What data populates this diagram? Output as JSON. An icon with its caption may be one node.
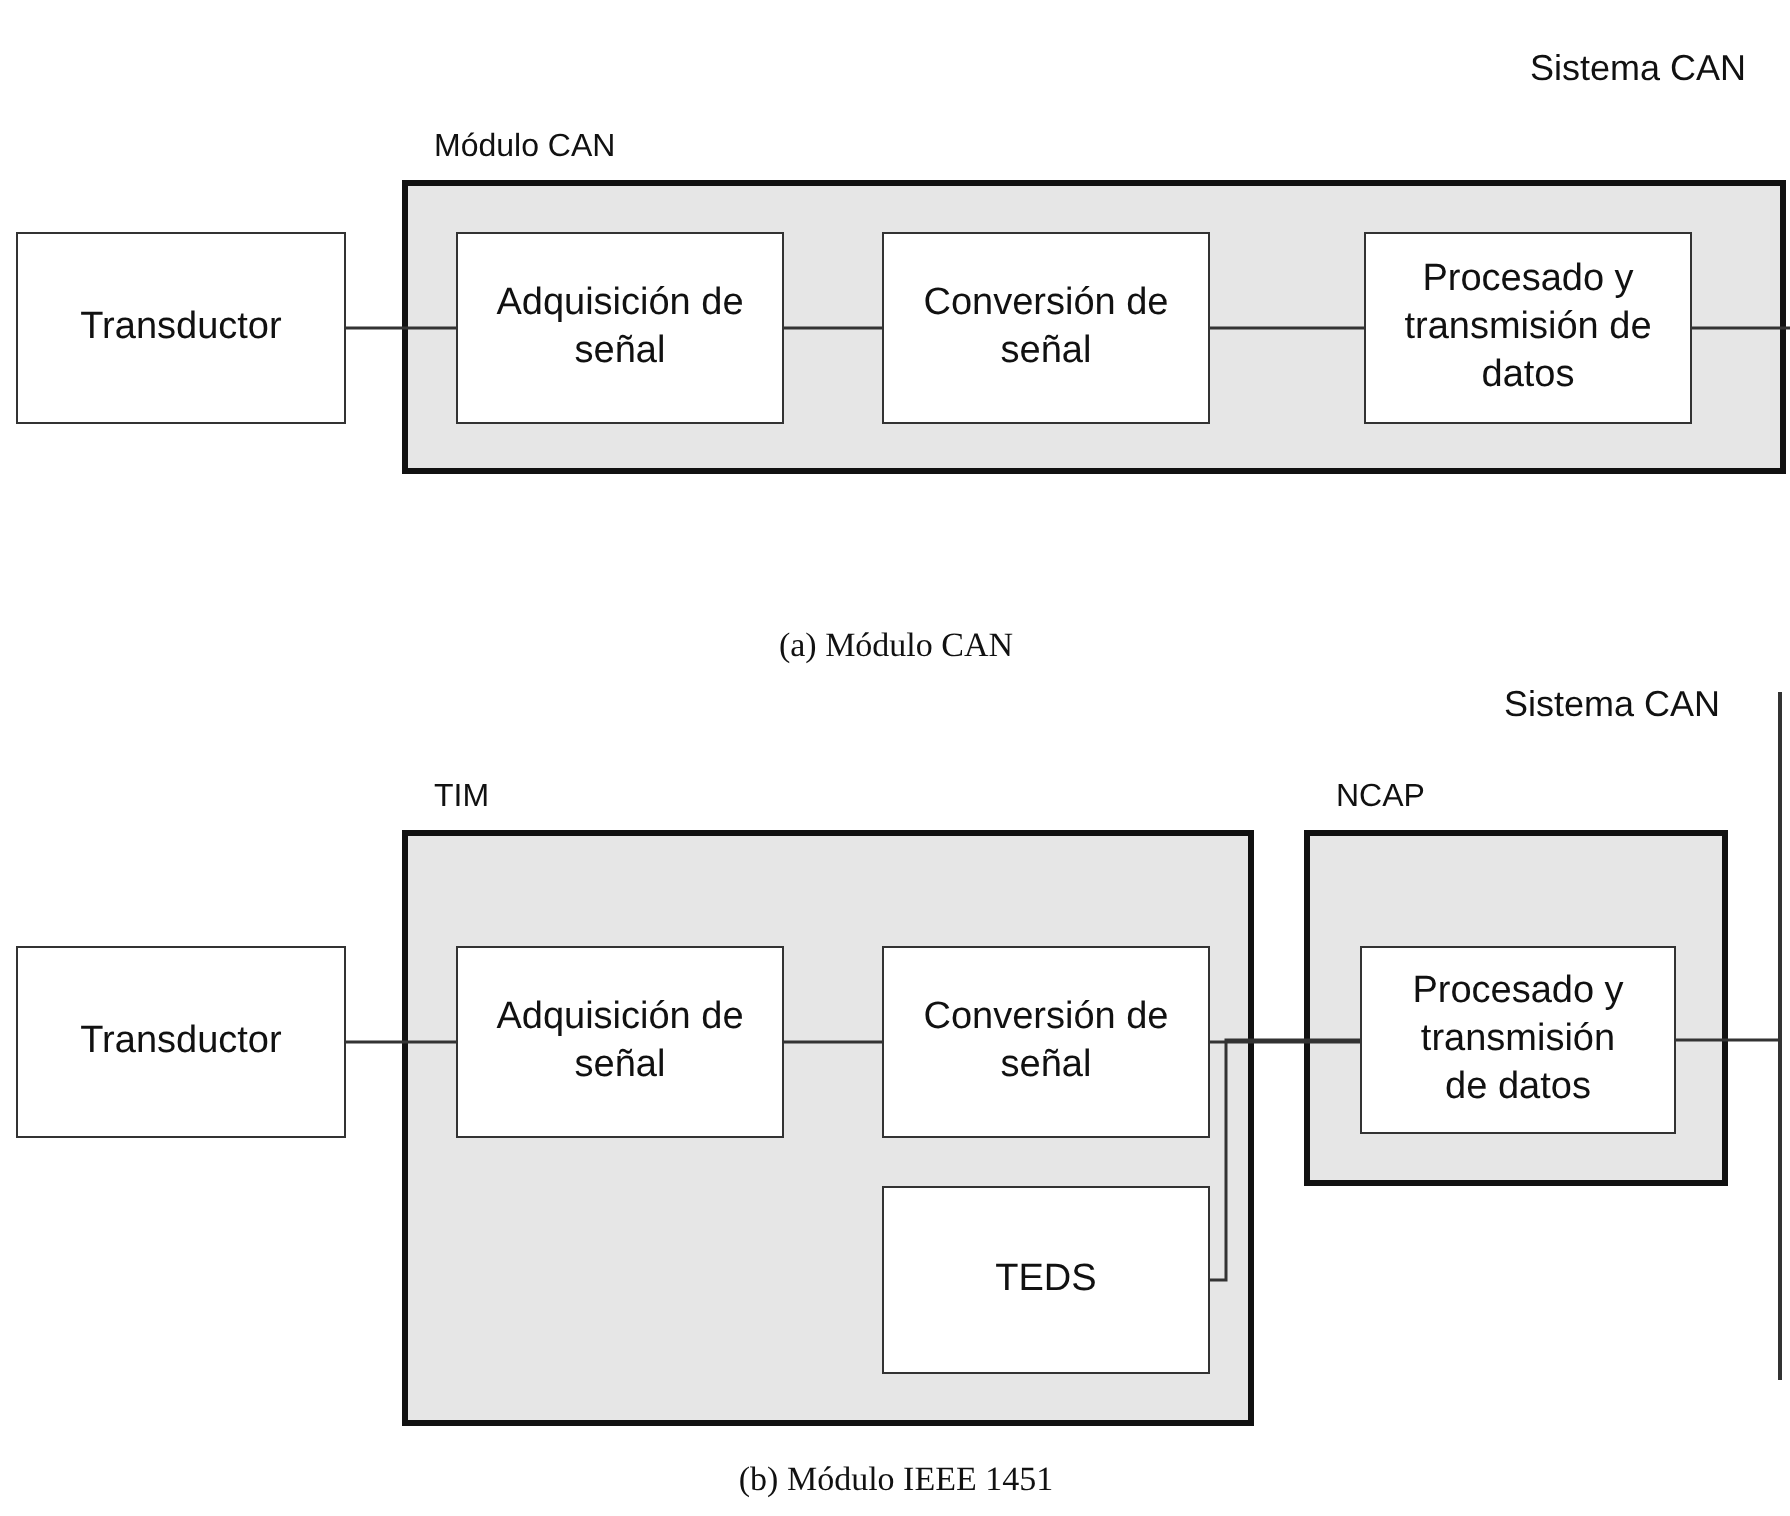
{
  "diagram": {
    "nodes": [
      {
        "text": [
          "Módulo CAN"
        ]
      },
      {
        "text": [
          "Transductor"
        ]
      },
      {
        "text": [
          "Adquisición de señal"
        ],
        "in": 0
      },
      {
        "text": [
          "Conversión de señal"
        ],
        "in": 0
      },
      {
        "text": [
          "Procesado y transmisión de datos"
        ],
        "in": 0
      },
      {
        "text": [
          "TIM"
        ]
      },
      {
        "text": [
          "Transductor"
        ]
      },
      {
        "text": [
          "Adquisición de señal"
        ],
        "in": 5
      },
      {
        "text": [
          "Conversión de señal"
        ],
        "in": 5
      },
      {
        "text": [
          "TEDS"
        ],
        "in": 5
      },
      {
        "text": [
          "NCAP"
        ]
      },
      {
        "text": [
          "Procesado y transmisión de datos"
        ],
        "in": 10
      },
      {
        "text": [
          "Sistema CAN"
        ]
      }
    ],
    "edges": [
      {
        "from": 1,
        "to": 2,
        "arrow": "none"
      },
      {
        "from": 2,
        "to": 3,
        "arrow": "none"
      },
      {
        "from": 3,
        "to": 4,
        "arrow": "none"
      },
      {
        "from": 4,
        "to": null,
        "arrow": "none"
      },
      {
        "from": 6,
        "to": 7,
        "arrow": "none"
      },
      {
        "from": 7,
        "to": 8,
        "arrow": "none"
      },
      {
        "from": 8,
        "to": 11,
        "arrow": "none"
      },
      {
        "from": 9,
        "to": 11,
        "arrow": "none"
      },
      {
        "from": 11,
        "to": 12,
        "arrow": "none"
      }
    ],
    "labels": [
      "Sistema CAN",
      "(a)  Módulo CAN",
      "(b)  Módulo IEEE 1451"
    ]
  }
}
